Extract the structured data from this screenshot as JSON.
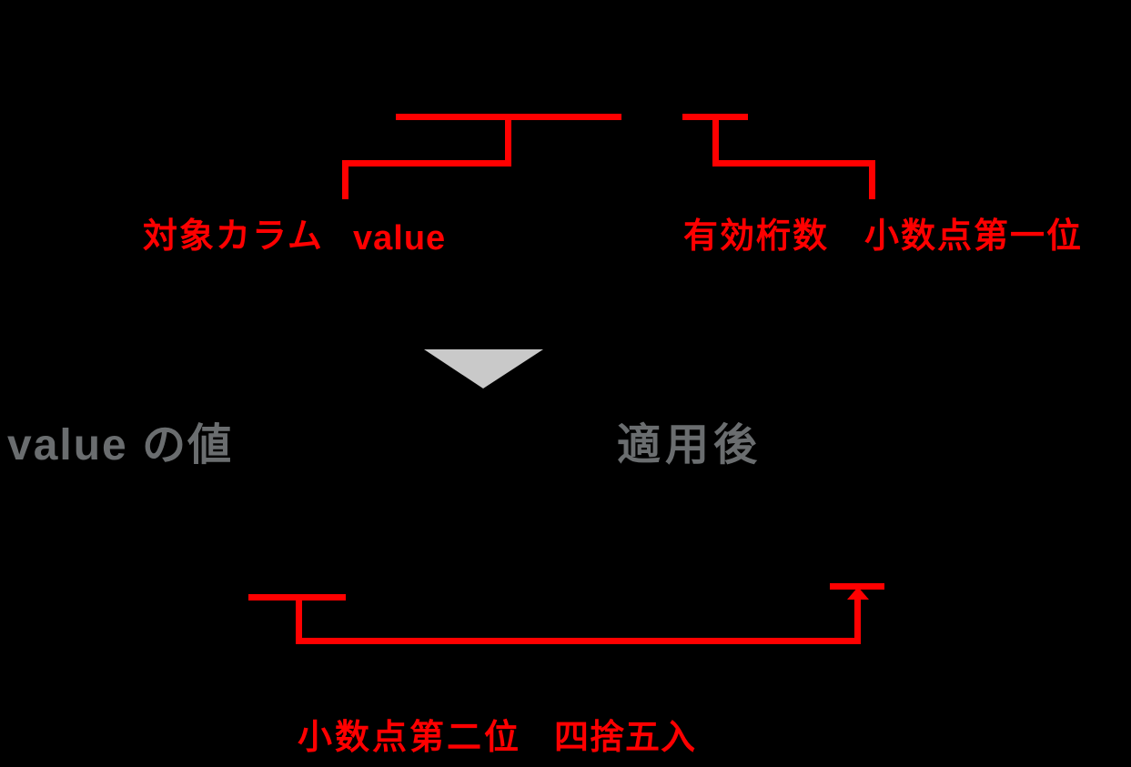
{
  "diagram": {
    "background": "#000000",
    "colors": {
      "red": "#ff0000",
      "gray_text": "#6a6d6f",
      "triangle": "#c9c9c9"
    },
    "icons": {
      "down_triangle": "▼",
      "up_arrow": "▲"
    },
    "top_annotations": {
      "target_column": "対象カラム",
      "value": "value",
      "significant_digits": "有効桁数",
      "first_decimal_place": "小数点第一位"
    },
    "middle_annotations": {
      "value_of_value": "value の値",
      "after_apply": "適用後"
    },
    "bottom_annotations": {
      "second_decimal_place": "小数点第二位",
      "round_half_up": "四捨五入"
    }
  }
}
